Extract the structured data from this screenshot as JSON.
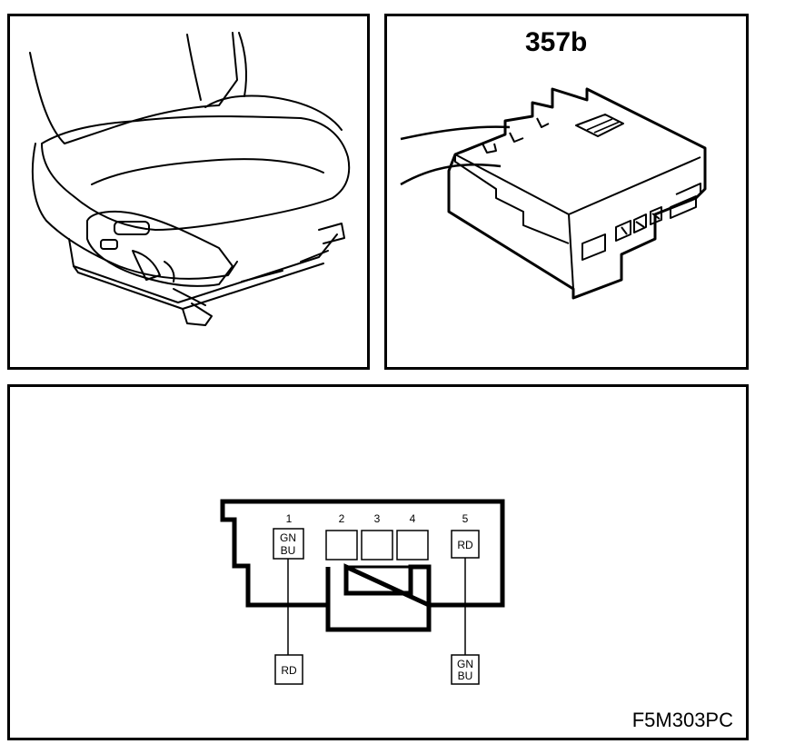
{
  "module": {
    "title": "357b"
  },
  "connector": {
    "pins": [
      {
        "num": "1",
        "wire": [
          "GN",
          "BU"
        ]
      },
      {
        "num": "2"
      },
      {
        "num": "3"
      },
      {
        "num": "4"
      },
      {
        "num": "5",
        "wire": [
          "RD"
        ]
      }
    ],
    "mating_wires": {
      "pin1": [
        "RD"
      ],
      "pin5": [
        "GN",
        "BU"
      ]
    }
  },
  "figure_code": "F5M303PC"
}
